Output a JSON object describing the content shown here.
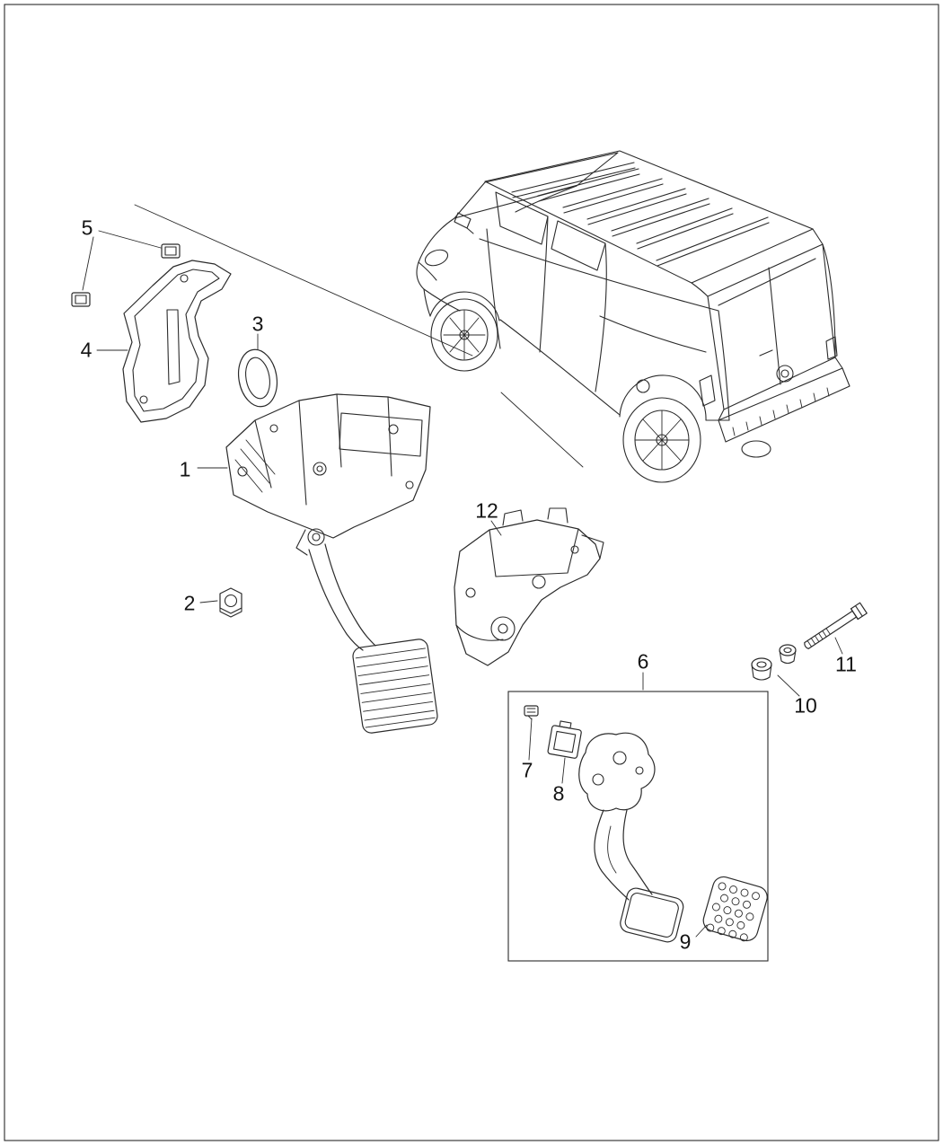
{
  "figure": {
    "type": "vehicle-parts-diagram",
    "subject": "pedal-assembly-and-vehicle-illustration",
    "background": "#ffffff",
    "line_color": "#2b2b2b",
    "text_color": "#141414"
  },
  "callouts": [
    {
      "id": 1,
      "label": "1"
    },
    {
      "id": 2,
      "label": "2"
    },
    {
      "id": 3,
      "label": "3"
    },
    {
      "id": 4,
      "label": "4"
    },
    {
      "id": 5,
      "label": "5"
    },
    {
      "id": 6,
      "label": "6"
    },
    {
      "id": 7,
      "label": "7"
    },
    {
      "id": 8,
      "label": "8"
    },
    {
      "id": 9,
      "label": "9"
    },
    {
      "id": 10,
      "label": "10"
    },
    {
      "id": 11,
      "label": "11"
    },
    {
      "id": 12,
      "label": "12"
    }
  ]
}
